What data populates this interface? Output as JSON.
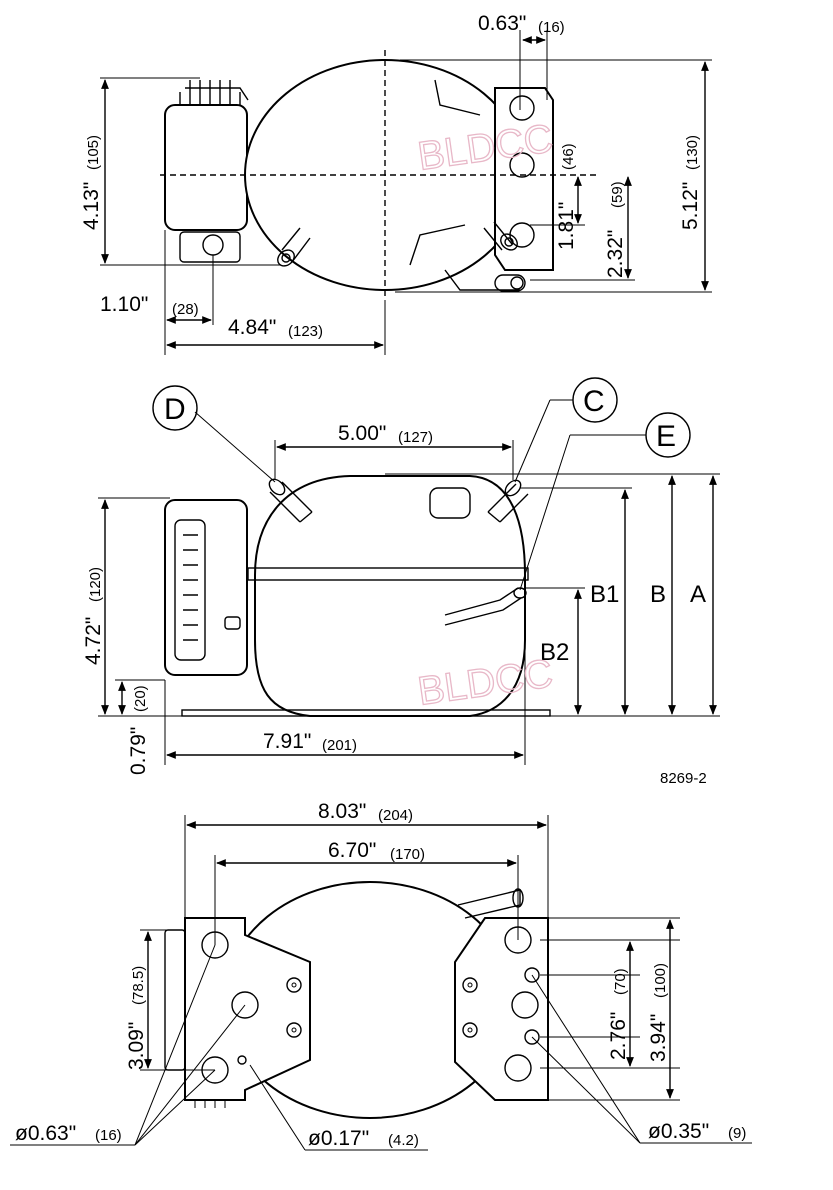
{
  "top_view": {
    "dim_width_in": "0.63\"",
    "dim_width_mm": "(16)",
    "dim_height_in": "4.13\"",
    "dim_height_mm": "(105)",
    "dim_total_in": "5.12\"",
    "dim_total_mm": "(130)",
    "dim_181_in": "1.81\"",
    "dim_181_mm": "(46)",
    "dim_232_in": "2.32\"",
    "dim_232_mm": "(59)",
    "dim_110_in": "1.10\"",
    "dim_110_mm": "(28)",
    "dim_484_in": "4.84\"",
    "dim_484_mm": "(123)"
  },
  "side_view": {
    "label_d": "D",
    "label_c": "C",
    "label_e": "E",
    "dim_500_in": "5.00\"",
    "dim_500_mm": "(127)",
    "dim_472_in": "4.72\"",
    "dim_472_mm": "(120)",
    "dim_079_in": "0.79\"",
    "dim_079_mm": "(20)",
    "dim_791_in": "7.91\"",
    "dim_791_mm": "(201)",
    "label_b1": "B1",
    "label_b": "B",
    "label_a": "A",
    "label_b2": "B2",
    "drawing_number": "8269-2"
  },
  "bottom_view": {
    "dim_803_in": "8.03\"",
    "dim_803_mm": "(204)",
    "dim_670_in": "6.70\"",
    "dim_670_mm": "(170)",
    "dim_309_in": "3.09\"",
    "dim_309_mm": "(78.5)",
    "dim_276_in": "2.76\"",
    "dim_276_mm": "(70)",
    "dim_394_in": "3.94\"",
    "dim_394_mm": "(100)",
    "hole_063_in": "ø0.63\"",
    "hole_063_mm": "(16)",
    "hole_017_in": "ø0.17\"",
    "hole_017_mm": "(4.2)",
    "hole_035_in": "ø0.35\"",
    "hole_035_mm": "(9)"
  },
  "watermark": "BLDCC"
}
